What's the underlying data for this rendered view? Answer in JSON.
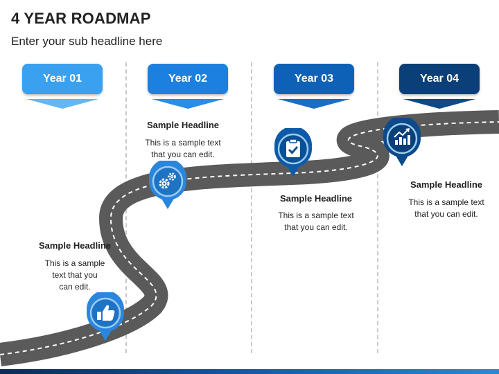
{
  "header": {
    "title": "4 YEAR ROADMAP",
    "subtitle": "Enter your sub headline here"
  },
  "years": [
    {
      "label": "Year 01",
      "color": "#3aa0f0",
      "chevron": "#64b7f5"
    },
    {
      "label": "Year 02",
      "color": "#1b80e0",
      "chevron": "#2a8de6"
    },
    {
      "label": "Year 03",
      "color": "#0d62b8",
      "chevron": "#1a6fc4"
    },
    {
      "label": "Year 04",
      "color": "#0b3f78",
      "chevron": "#0e4a8a"
    }
  ],
  "milestones": [
    {
      "headline": "Sample Headline",
      "text_lines": [
        "This is a sample",
        "text that you",
        "can edit."
      ],
      "icon": "thumbs-up-icon"
    },
    {
      "headline": "Sample Headline",
      "text_lines": [
        "This is a sample text",
        "that you can edit."
      ],
      "icon": "gears-icon"
    },
    {
      "headline": "Sample Headline",
      "text_lines": [
        "This is a sample text",
        "that you can edit."
      ],
      "icon": "clipboard-check-icon"
    },
    {
      "headline": "Sample Headline",
      "text_lines": [
        "This is a sample text",
        "that you can edit."
      ],
      "icon": "growth-chart-icon"
    }
  ],
  "colors": {
    "road": "#5a5a5a",
    "pin_fill": "#2a86dc",
    "pin_ring": "#9ccdf3",
    "pin_dark": "#0e4a8a"
  }
}
